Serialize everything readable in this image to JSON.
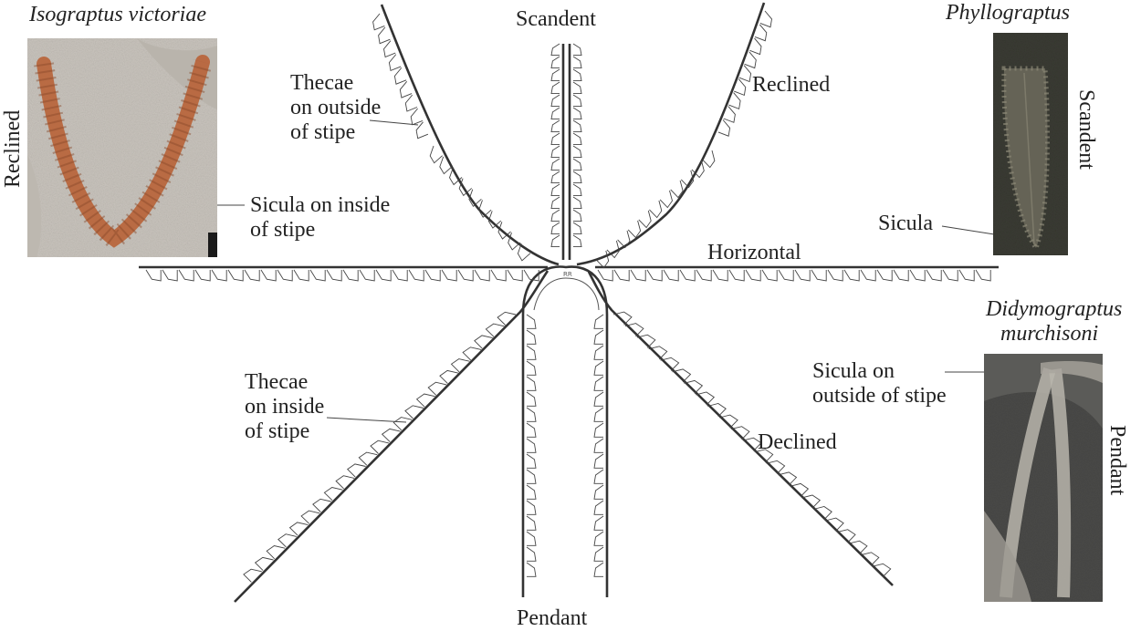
{
  "labels": {
    "scandent": "Scandent",
    "reclined": "Reclined",
    "horizontal": "Horizontal",
    "declined": "Declined",
    "pendant": "Pendant",
    "thecae_outside_1": "Thecae",
    "thecae_outside_2": "on outside",
    "thecae_outside_3": "of stipe",
    "thecae_inside_1": "Thecae",
    "thecae_inside_2": "on inside",
    "thecae_inside_3": "of stipe",
    "sicula_inside_1": "Sicula on inside",
    "sicula_inside_2": "of stipe",
    "sicula_outside_1": "Sicula on",
    "sicula_outside_2": "outside of stipe",
    "sicula": "Sicula"
  },
  "specimens": [
    {
      "name": "Isograptus victoriae",
      "orientation": "Reclined"
    },
    {
      "name": "Phyllograptus",
      "orientation": "Scandent"
    },
    {
      "name_line1": "Didymograptus",
      "name_line2": "murchisoni",
      "orientation": "Pendant"
    }
  ],
  "colors": {
    "line": "#333333",
    "isograptus_rock": "#c9c4bd",
    "isograptus_fossil": "#b8643a",
    "phyllograptus_rock": "#3a3b33",
    "didymograptus_rock": "#4a4a48",
    "didymograptus_fossil": "#b9b5ac"
  }
}
